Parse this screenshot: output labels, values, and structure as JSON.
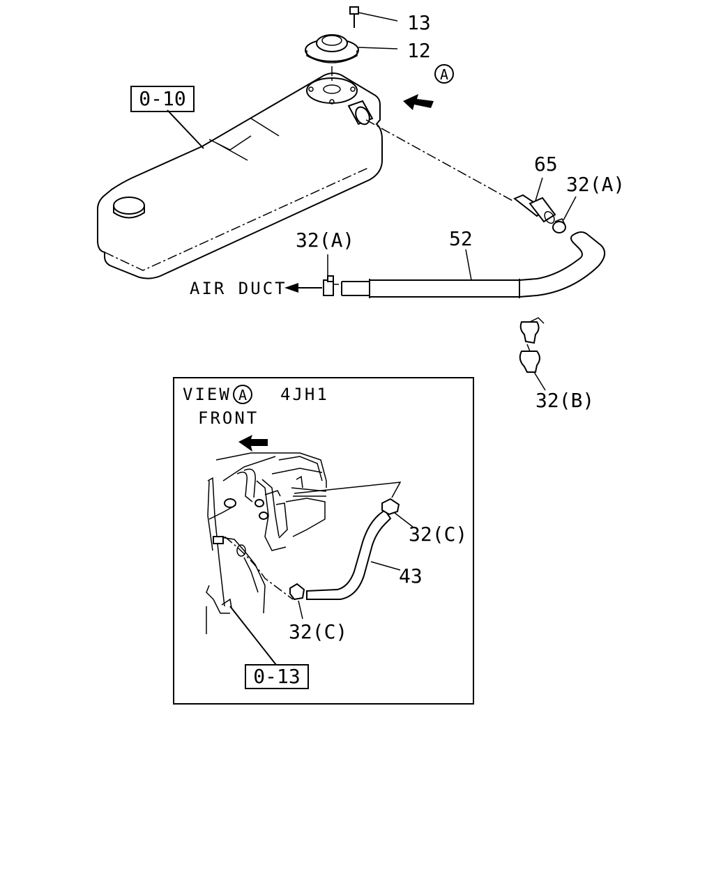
{
  "colors": {
    "line": "#000000",
    "background": "#ffffff"
  },
  "callouts": {
    "ref_top": "0-10",
    "ref_inset": "0-13",
    "p13": "13",
    "p12": "12",
    "p65": "65",
    "p52": "52",
    "p43": "43",
    "p32a_right": "32(A)",
    "p32a_left": "32(A)",
    "p32b": "32(B)",
    "p32c_upper": "32(C)",
    "p32c_lower": "32(C)",
    "view_marker": "A",
    "view_marker_inset": "A"
  },
  "labels": {
    "air_duct": "AIR DUCT",
    "view_prefix": "VIEW",
    "engine_model": "4JH1",
    "front": "FRONT"
  }
}
